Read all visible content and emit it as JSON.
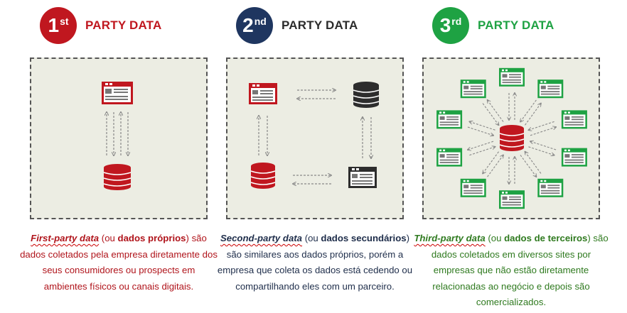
{
  "colors": {
    "first": "#c0171f",
    "second": "#1f3660",
    "third": "#1ea243",
    "second_text": "#1e2d4a",
    "third_text": "#2f7a1f",
    "first_text": "#b0141b",
    "box_bg": "#ecede3"
  },
  "columns": [
    {
      "badge_num": "1",
      "badge_suffix": "st",
      "title": "PARTY DATA",
      "icons": [
        "browser-window-icon",
        "database-icon"
      ],
      "desc": {
        "term": "First-party data",
        "p1": " (ou ",
        "bold": "dados próprios",
        "p2": ") são dados coletados pela empresa diretamente dos seus consumidores ou prospects em ambientes físicos ou canais digitais."
      }
    },
    {
      "badge_num": "2",
      "badge_suffix": "nd",
      "title": "PARTY DATA",
      "icons": [
        "browser-window-icon",
        "database-icon",
        "database-icon",
        "browser-window-icon"
      ],
      "desc": {
        "term": "Second-party data",
        "p1": " (ou ",
        "bold": "dados secundários",
        "p2": ") são similares aos dados próprios, porém a empresa que coleta os dados está cedendo ou compartilhando eles com um parceiro."
      }
    },
    {
      "badge_num": "3",
      "badge_suffix": "rd",
      "title": "PARTY DATA",
      "icons": [
        "database-icon",
        "browser-window-icon"
      ],
      "desc": {
        "term": "Third-party data",
        "p1": " (ou ",
        "bold": "dados de terceiros",
        "p2": ") são dados coletados em diversos sites por empresas que não estão diretamente relacionadas ao negócio e depois são comercializados."
      }
    }
  ]
}
